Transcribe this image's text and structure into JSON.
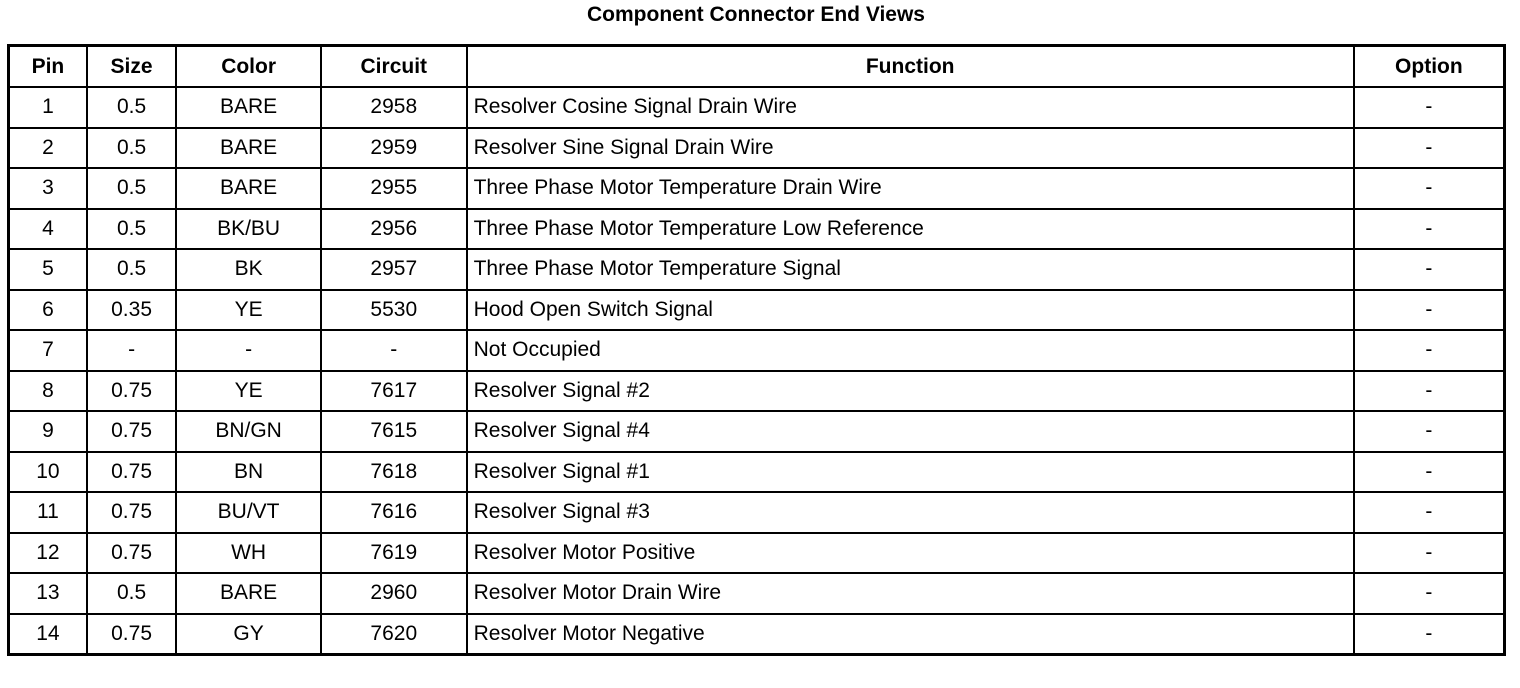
{
  "title": "Component Connector End Views",
  "columns": {
    "pin": "Pin",
    "size": "Size",
    "color": "Color",
    "circuit": "Circuit",
    "function": "Function",
    "option": "Option"
  },
  "rows": [
    {
      "pin": "1",
      "size": "0.5",
      "color": "BARE",
      "circuit": "2958",
      "function": "Resolver Cosine Signal Drain Wire",
      "option": "-"
    },
    {
      "pin": "2",
      "size": "0.5",
      "color": "BARE",
      "circuit": "2959",
      "function": "Resolver Sine Signal Drain Wire",
      "option": "-"
    },
    {
      "pin": "3",
      "size": "0.5",
      "color": "BARE",
      "circuit": "2955",
      "function": "Three Phase Motor Temperature Drain Wire",
      "option": "-"
    },
    {
      "pin": "4",
      "size": "0.5",
      "color": "BK/BU",
      "circuit": "2956",
      "function": "Three Phase Motor Temperature Low Reference",
      "option": "-"
    },
    {
      "pin": "5",
      "size": "0.5",
      "color": "BK",
      "circuit": "2957",
      "function": "Three Phase Motor Temperature Signal",
      "option": "-"
    },
    {
      "pin": "6",
      "size": "0.35",
      "color": "YE",
      "circuit": "5530",
      "function": "Hood Open Switch Signal",
      "option": "-"
    },
    {
      "pin": "7",
      "size": "-",
      "color": "-",
      "circuit": "-",
      "function": "Not Occupied",
      "option": "-"
    },
    {
      "pin": "8",
      "size": "0.75",
      "color": "YE",
      "circuit": "7617",
      "function": "Resolver Signal #2",
      "option": "-"
    },
    {
      "pin": "9",
      "size": "0.75",
      "color": "BN/GN",
      "circuit": "7615",
      "function": "Resolver Signal #4",
      "option": "-"
    },
    {
      "pin": "10",
      "size": "0.75",
      "color": "BN",
      "circuit": "7618",
      "function": "Resolver Signal #1",
      "option": "-"
    },
    {
      "pin": "11",
      "size": "0.75",
      "color": "BU/VT",
      "circuit": "7616",
      "function": "Resolver Signal #3",
      "option": "-"
    },
    {
      "pin": "12",
      "size": "0.75",
      "color": "WH",
      "circuit": "7619",
      "function": "Resolver Motor Positive",
      "option": "-"
    },
    {
      "pin": "13",
      "size": "0.5",
      "color": "BARE",
      "circuit": "2960",
      "function": "Resolver Motor Drain Wire",
      "option": "-"
    },
    {
      "pin": "14",
      "size": "0.75",
      "color": "GY",
      "circuit": "7620",
      "function": "Resolver Motor Negative",
      "option": "-"
    }
  ]
}
